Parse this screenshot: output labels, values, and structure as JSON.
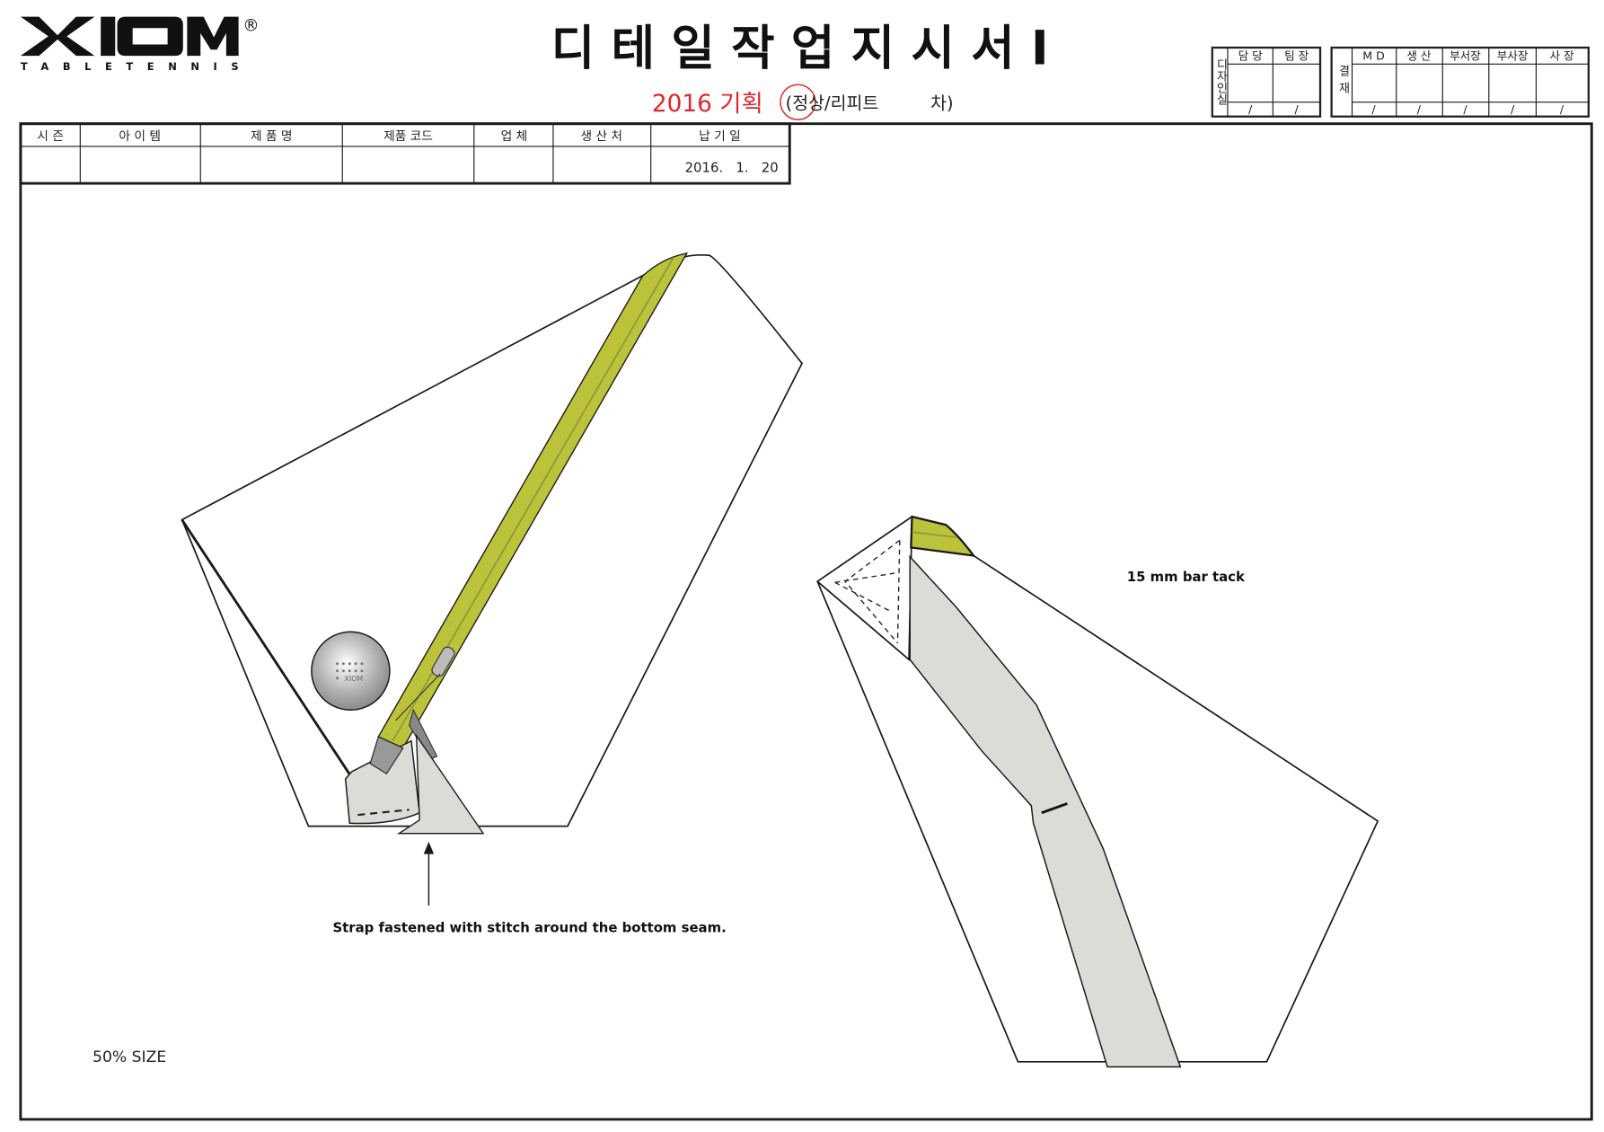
{
  "logo": {
    "brand": "XIOM",
    "registered": "®",
    "tagline": "TABLETENNIS"
  },
  "header": {
    "title": "디 테 일 작 업 지 시 서 Ⅰ",
    "plan_label": "2016 기획",
    "type_label": "(정상/리피트",
    "round_label": "차)"
  },
  "approval_design": {
    "side_label": [
      "디",
      "자",
      "인",
      "실"
    ],
    "columns": [
      "담 당",
      "팀 장"
    ],
    "date_mark": "/"
  },
  "approval_sign": {
    "side_label": [
      "결",
      "재"
    ],
    "columns": [
      "M D",
      "생 산",
      "부서장",
      "부사장",
      "사 장"
    ],
    "date_mark": "/"
  },
  "info_table": {
    "headers": [
      "시 즌",
      "아 이 템",
      "제 품 명",
      "제품 코드",
      "업 체",
      "생 산 처",
      "납 기 일"
    ],
    "values": [
      "",
      "",
      "",
      "",
      "",
      "",
      "2016.   1.   20"
    ]
  },
  "annotations": {
    "strap_note": "Strap fastened with stitch around the bottom seam.",
    "bar_tack_note": "15 mm bar tack",
    "scale_note": "50% SIZE"
  },
  "colors": {
    "zipper": "#bcc23a",
    "strap": "#dcdcd6",
    "accent_red": "#e0262b",
    "line": "#1a1a1a"
  }
}
